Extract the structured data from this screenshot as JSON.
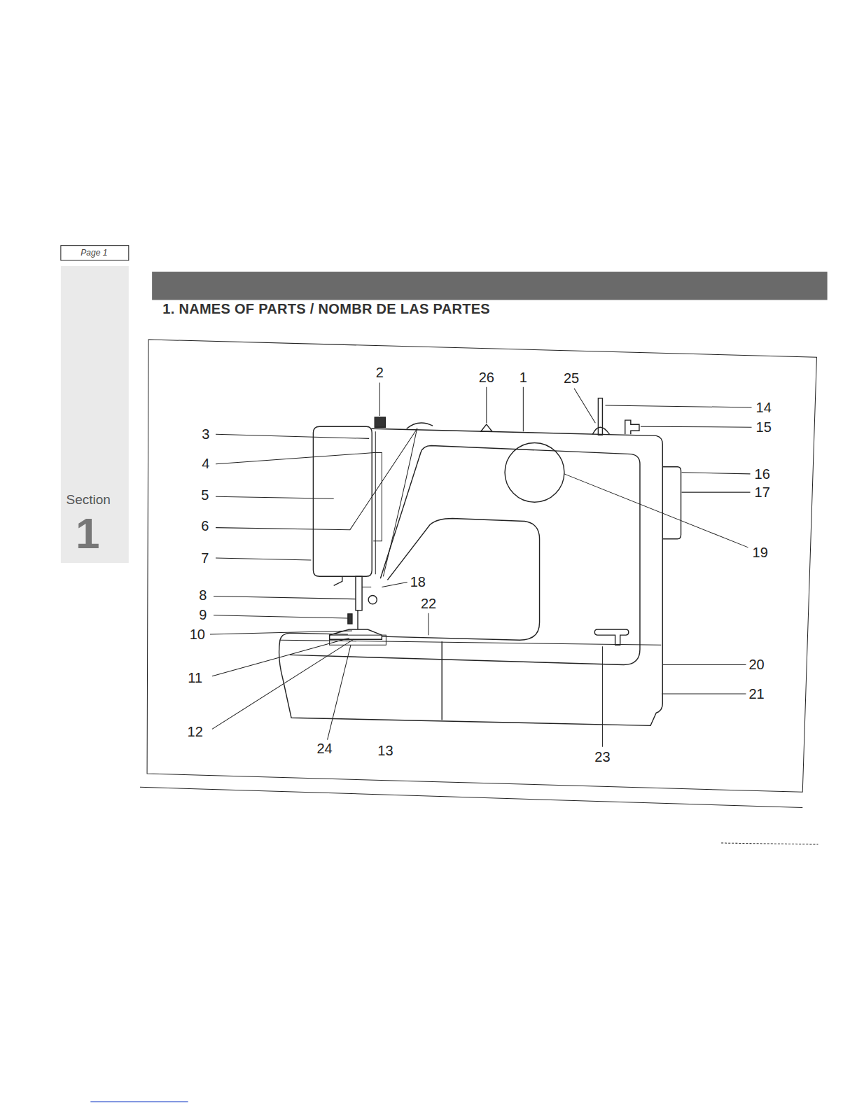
{
  "diagram": {
    "title": "1. NAMES OF PARTS / NOMBR DE LAS PARTES",
    "labels": [
      "Page 1",
      "Section",
      "1",
      "2",
      "26",
      "1",
      "25",
      "14",
      "15",
      "3",
      "4",
      "16",
      "17",
      "5",
      "6",
      "19",
      "7",
      "18",
      "8",
      "22",
      "9",
      "10",
      "20",
      "11",
      "21",
      "12",
      "24",
      "13",
      "23"
    ]
  }
}
